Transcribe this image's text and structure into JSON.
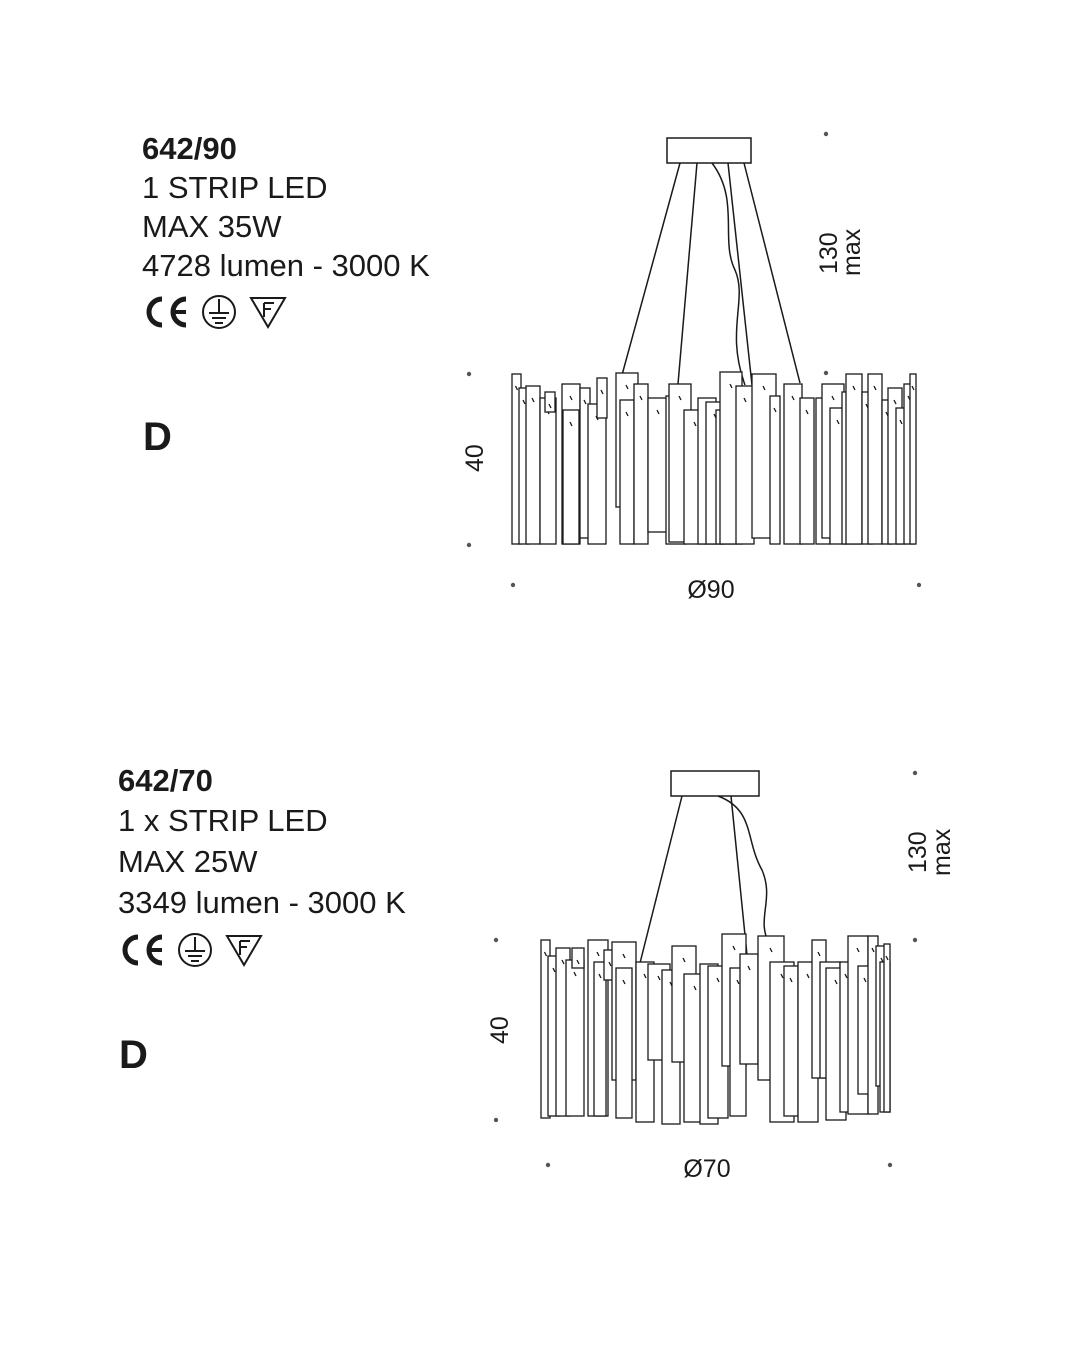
{
  "products": [
    {
      "model": "642/90",
      "lines": [
        "1 STRIP LED",
        "MAX 35W",
        "4728 lumen - 3000 K"
      ],
      "energy_class": "D",
      "dims": {
        "height": "40",
        "drop": "130",
        "drop_note": "max",
        "diameter": "Ø90"
      },
      "icons": [
        "ce-mark-icon",
        "ground-symbol-icon",
        "f-triangle-icon"
      ]
    },
    {
      "model": "642/70",
      "lines": [
        "1 x STRIP LED",
        "MAX 25W",
        "3349 lumen - 3000 K"
      ],
      "energy_class": "D",
      "dims": {
        "height": "40",
        "drop": "130",
        "drop_note": "max",
        "diameter": "Ø70"
      },
      "icons": [
        "ce-mark-icon",
        "ground-symbol-icon",
        "f-triangle-icon"
      ]
    }
  ]
}
